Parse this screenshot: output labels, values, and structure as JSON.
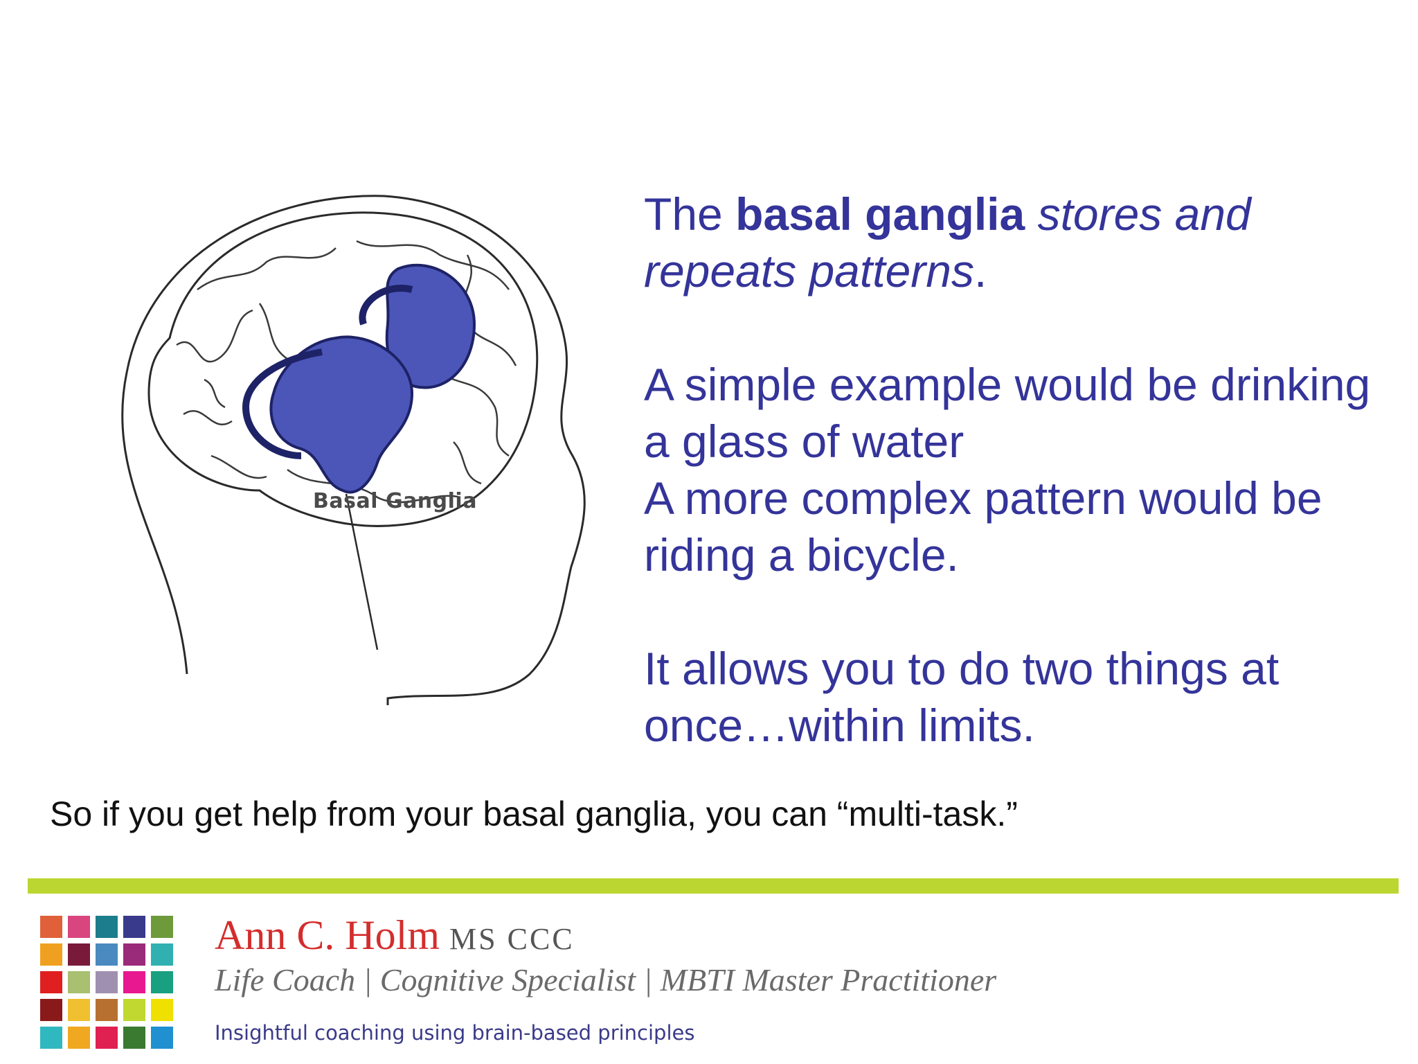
{
  "figure": {
    "label": "Basal Ganglia"
  },
  "main_text": {
    "p1_pre": "The ",
    "p1_bold": "basal ganglia",
    "p1_mid": " ",
    "p1_italic": "stores and repeats patterns",
    "p1_end": ".",
    "p2_line1": "A simple example would be drinking a glass of water",
    "p2_line2": "A more complex pattern would be riding a bicycle.",
    "p3": "It allows you to do two things at once…within limits."
  },
  "footnote": "So if you get help from your basal ganglia, you can “multi-task.”",
  "footer": {
    "name": "Ann C. Holm",
    "credentials": "MS CCC",
    "roles": "Life Coach | Cognitive Specialist | MBTI Master Practitioner",
    "tagline": "Insightful coaching using brain-based principles",
    "accent_bar_color": "#bcd631",
    "logo_colors": [
      "#e0603a",
      "#d9457f",
      "#1c7d8c",
      "#3a3a8c",
      "#6e9a3c",
      "#f0a020",
      "#7a1a3a",
      "#4a8ac0",
      "#9a2a7a",
      "#30b0b0",
      "#e02020",
      "#a8c070",
      "#a090b0",
      "#e81890",
      "#18a080",
      "#8a1a1a",
      "#f0c030",
      "#b87030",
      "#c0d830",
      "#f0e000",
      "#30b8c0",
      "#f0a820",
      "#e02050",
      "#3a7a30",
      "#2090d0"
    ]
  }
}
